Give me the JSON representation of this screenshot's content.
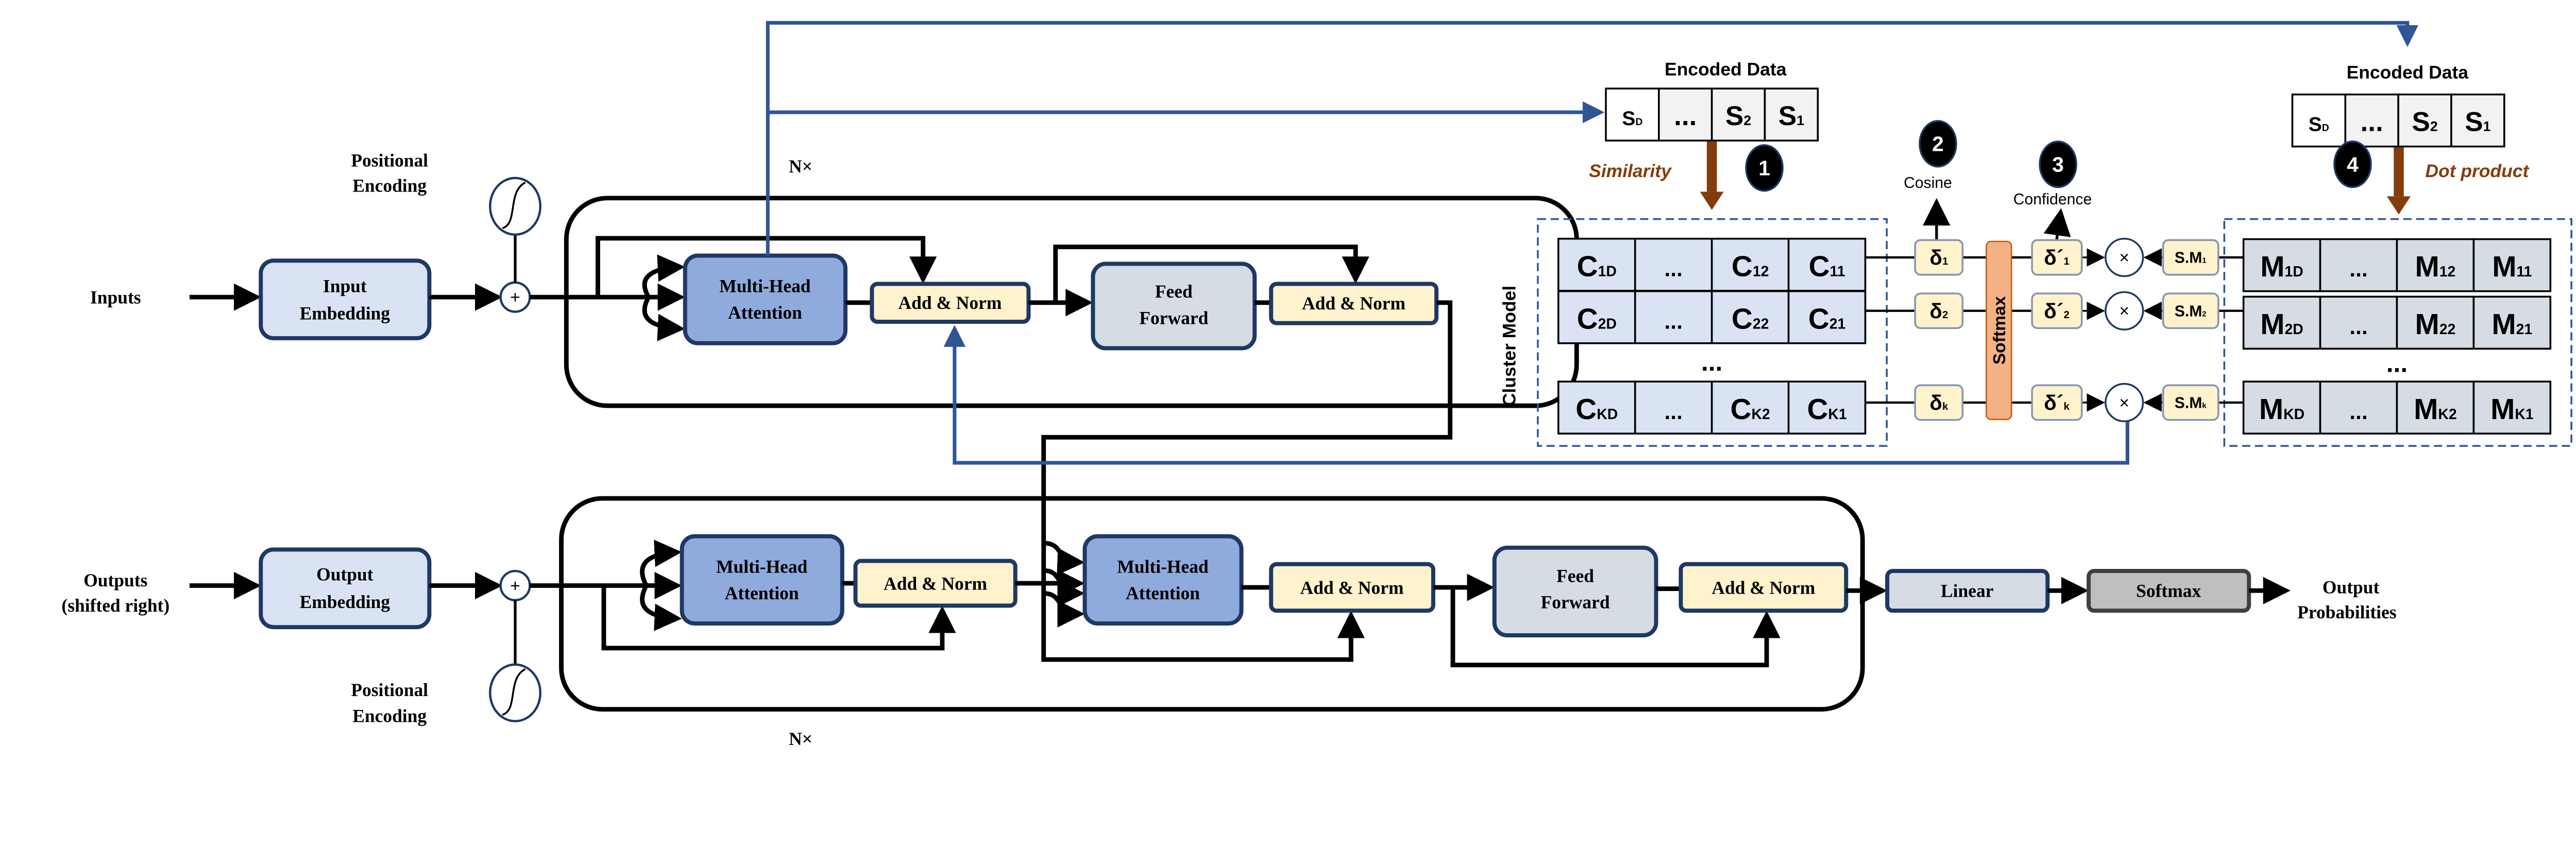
{
  "labels": {
    "inputs": "Inputs",
    "outputs_line1": "Outputs",
    "outputs_line2": "(shifted right)",
    "pos_enc_line1": "Positional",
    "pos_enc_line2": "Encoding",
    "nx": "N×",
    "plus": "+",
    "output_prob_line1": "Output",
    "output_prob_line2": "Probabilities"
  },
  "encoder": {
    "input_embedding": [
      "Input",
      "Embedding"
    ],
    "mha": [
      "Multi-Head",
      "Attention"
    ],
    "add_norm": "Add & Norm",
    "feed_forward": [
      "Feed",
      "Forward"
    ]
  },
  "decoder": {
    "output_embedding": [
      "Output",
      "Embedding"
    ],
    "mha": [
      "Multi-Head",
      "Attention"
    ],
    "add_norm": "Add & Norm",
    "feed_forward": [
      "Feed",
      "Forward"
    ],
    "linear": "Linear",
    "softmax": "Softmax"
  },
  "cluster": {
    "encoded_data_title": "Encoded Data",
    "encoded_cells": [
      {
        "b": "S",
        "s": "D"
      },
      {
        "b": "...",
        "s": ""
      },
      {
        "b": "S",
        "s": "2"
      },
      {
        "b": "S",
        "s": "1"
      }
    ],
    "similarity": "Similarity",
    "dot_product": "Dot product",
    "steps": [
      "1",
      "2",
      "3",
      "4"
    ],
    "cosine": "Cosine",
    "confidence": "Confidence",
    "cluster_model": "Cluster Model",
    "softmax": "Softmax",
    "row_dots": "...",
    "multiply": "×",
    "c_rows": [
      [
        {
          "b": "C",
          "s": "1D"
        },
        {
          "b": "...",
          "s": ""
        },
        {
          "b": "C",
          "s": "12"
        },
        {
          "b": "C",
          "s": "11"
        }
      ],
      [
        {
          "b": "C",
          "s": "2D"
        },
        {
          "b": "...",
          "s": ""
        },
        {
          "b": "C",
          "s": "22"
        },
        {
          "b": "C",
          "s": "21"
        }
      ],
      [
        {
          "b": "C",
          "s": "KD"
        },
        {
          "b": "...",
          "s": ""
        },
        {
          "b": "C",
          "s": "K2"
        },
        {
          "b": "C",
          "s": "K1"
        }
      ]
    ],
    "m_rows": [
      [
        {
          "b": "M",
          "s": "1D"
        },
        {
          "b": "...",
          "s": ""
        },
        {
          "b": "M",
          "s": "12"
        },
        {
          "b": "M",
          "s": "11"
        }
      ],
      [
        {
          "b": "M",
          "s": "2D"
        },
        {
          "b": "...",
          "s": ""
        },
        {
          "b": "M",
          "s": "22"
        },
        {
          "b": "M",
          "s": "21"
        }
      ],
      [
        {
          "b": "M",
          "s": "KD"
        },
        {
          "b": "...",
          "s": ""
        },
        {
          "b": "M",
          "s": "K2"
        },
        {
          "b": "M",
          "s": "K1"
        }
      ]
    ],
    "deltas": [
      {
        "b": "δ",
        "s": "1"
      },
      {
        "b": "δ",
        "s": "2"
      },
      {
        "b": "δ",
        "s": "k"
      }
    ],
    "delta_primes": [
      {
        "b": "δ´",
        "s": "1"
      },
      {
        "b": "δ´",
        "s": "2"
      },
      {
        "b": "δ´",
        "s": "k"
      }
    ],
    "sm": [
      {
        "b": "S.M",
        "s": "1"
      },
      {
        "b": "S.M",
        "s": "2"
      },
      {
        "b": "S.M",
        "s": "k"
      }
    ]
  },
  "colors": {
    "embedding": "#DAE3F3",
    "attention": "#8FAADC",
    "add_norm": "#FFF2CC",
    "feed_forward": "#D6DCE4",
    "softmax_out": "#BFBFBF",
    "softmax_bar": "#F4B183",
    "brown": "#843C0C",
    "blue_line": "#2F5597",
    "border": "#1F3864"
  }
}
